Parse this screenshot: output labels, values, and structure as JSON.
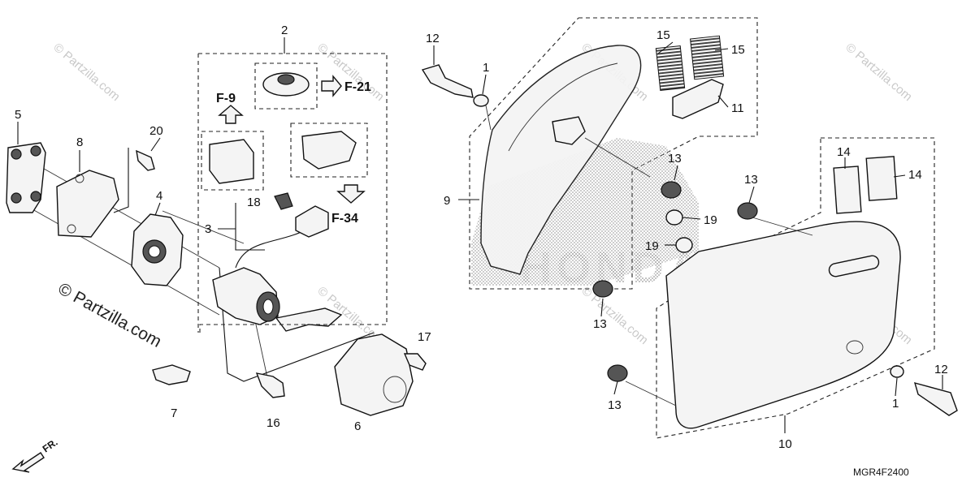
{
  "diagram": {
    "code": "MGR4F2400",
    "direction_label": "FR.",
    "watermark_main": "© Partzilla.com",
    "watermark_faint": "© Partzilla.com",
    "emblem_text": "HONDA",
    "callouts": {
      "c1a": "1",
      "c1b": "1",
      "c2": "2",
      "c3": "3",
      "c4": "4",
      "c5": "5",
      "c6": "6",
      "c7": "7",
      "c8": "8",
      "c9": "9",
      "c10": "10",
      "c11": "11",
      "c12a": "12",
      "c12b": "12",
      "c13a": "13",
      "c13b": "13",
      "c13c": "13",
      "c13d": "13",
      "c14a": "14",
      "c14b": "14",
      "c15a": "15",
      "c15b": "15",
      "c16": "16",
      "c17": "17",
      "c18": "18",
      "c19a": "19",
      "c19b": "19",
      "c20": "20"
    },
    "refs": {
      "f9": "F-9",
      "f21": "F-21",
      "f34": "F-34"
    }
  }
}
